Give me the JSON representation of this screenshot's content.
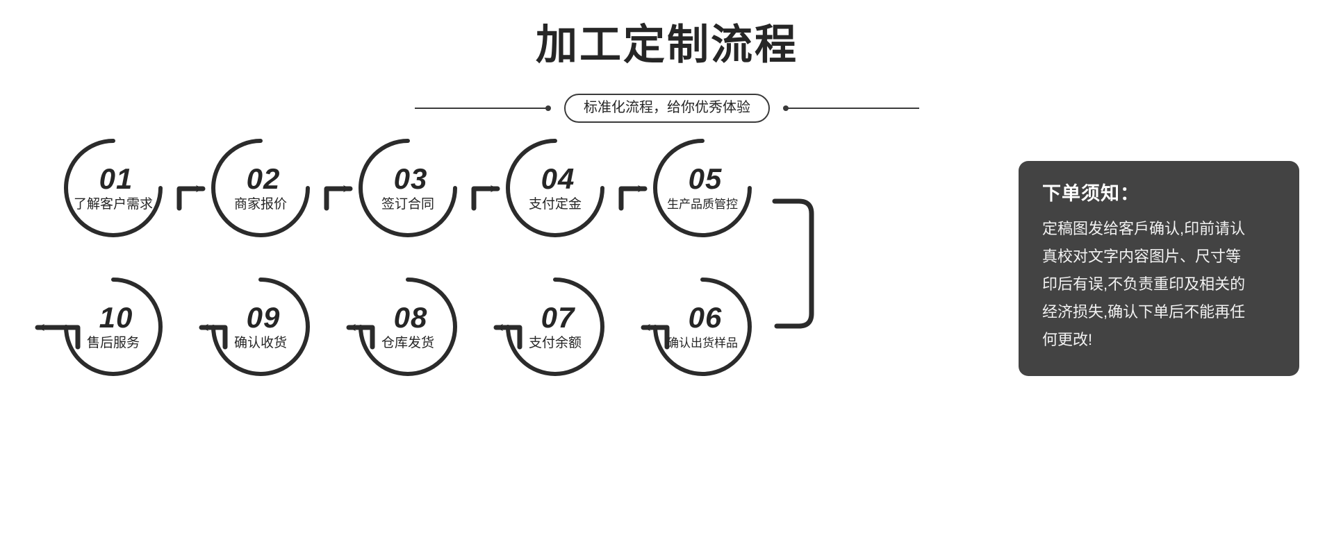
{
  "header": {
    "title": "加工定制流程",
    "subtitle": "标准化流程，给你优秀体验"
  },
  "flow": {
    "row1": [
      {
        "num": "01",
        "label": "了解客户需求"
      },
      {
        "num": "02",
        "label": "商家报价"
      },
      {
        "num": "03",
        "label": "签订合同"
      },
      {
        "num": "04",
        "label": "支付定金"
      },
      {
        "num": "05",
        "label": "生产品质管控"
      }
    ],
    "row2": [
      {
        "num": "10",
        "label": "售后服务"
      },
      {
        "num": "09",
        "label": "确认收货"
      },
      {
        "num": "08",
        "label": "仓库发货"
      },
      {
        "num": "07",
        "label": "支付余额"
      },
      {
        "num": "06",
        "label": "确认出货样品"
      }
    ]
  },
  "notice": {
    "title": "下单须知：",
    "lines": [
      "定稿图发给客戶确认,印前请认",
      "真校对文字内容图片、尺寸等",
      "印后有误,不负责重印及相关的",
      "经济损失,确认下单后不能再任",
      "何更改!"
    ]
  },
  "colors": {
    "ink": "#262626",
    "stroke": "#3a3a3a",
    "panel_bg": "#434343",
    "panel_text": "#f2f2f2",
    "page_bg": "#ffffff"
  }
}
